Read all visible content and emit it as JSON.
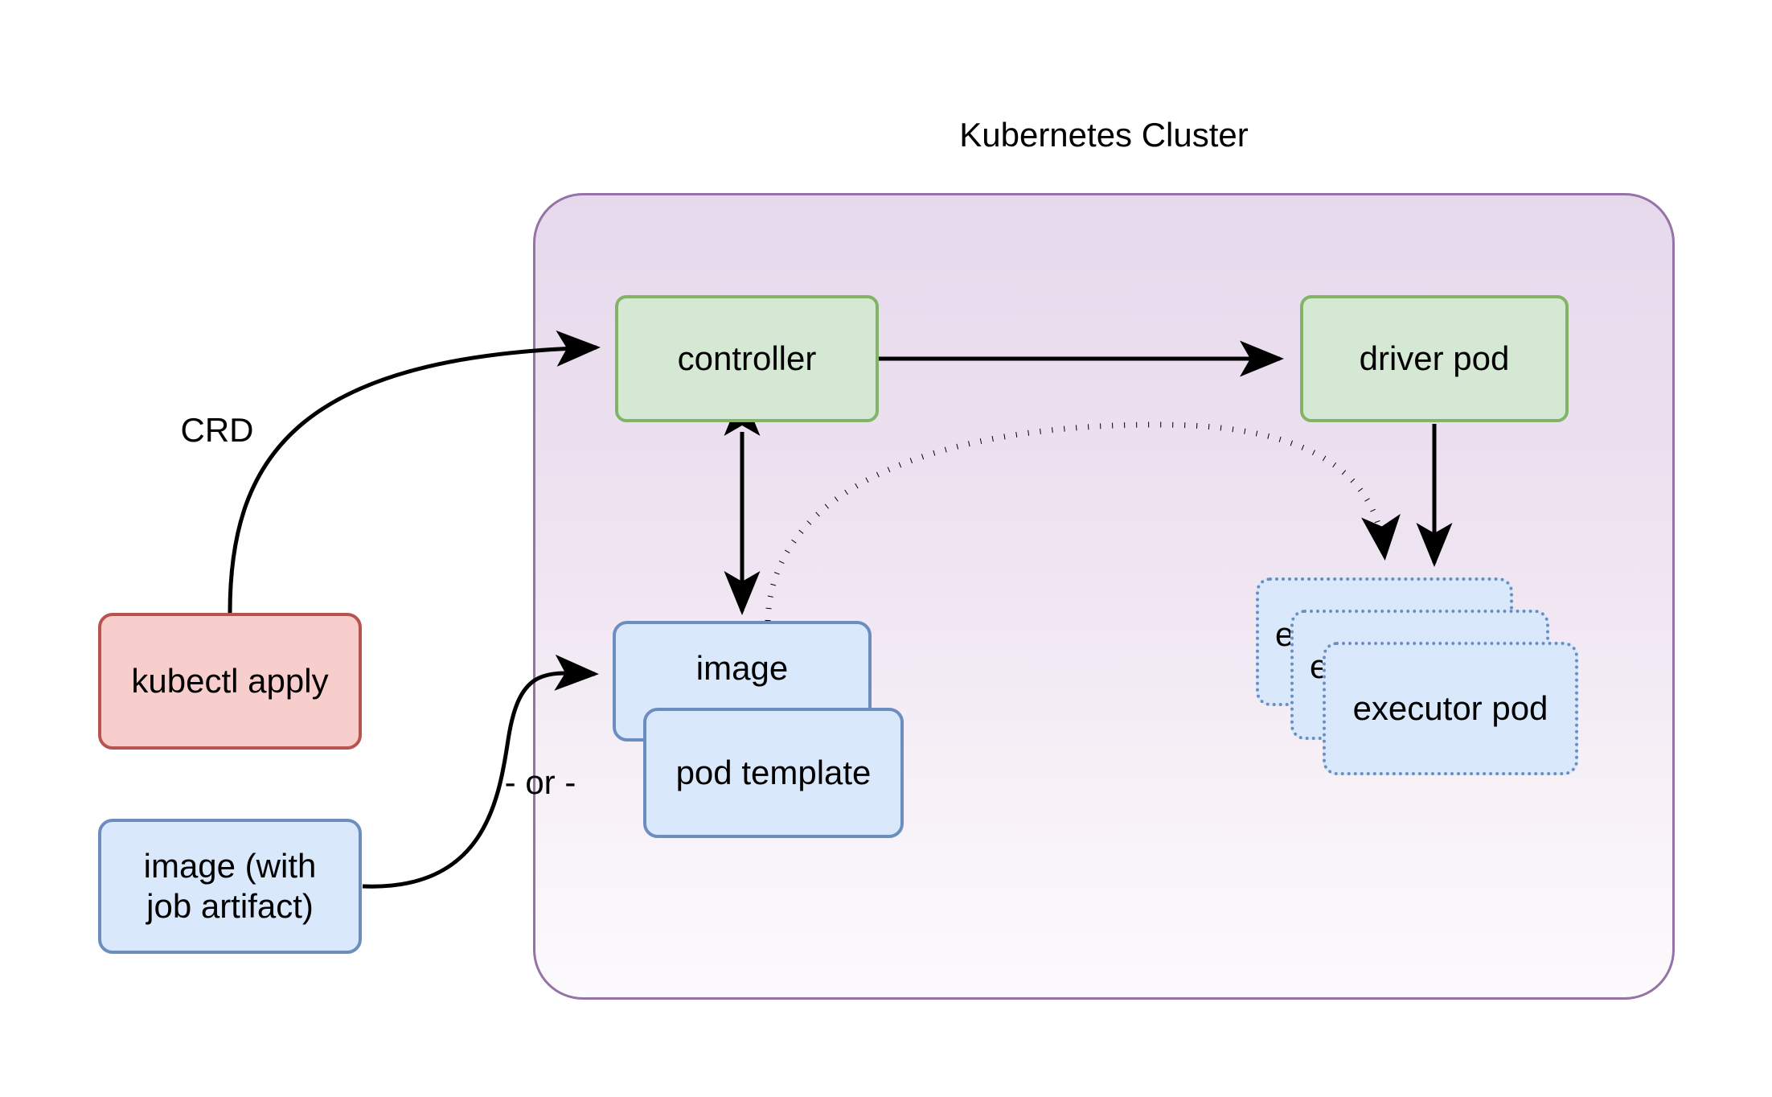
{
  "diagram": {
    "title": "Kubernetes Cluster",
    "background_color": "#ffffff"
  },
  "cluster": {
    "label": "Kubernetes Cluster",
    "border_color": "#9673a6",
    "fill_top_color": "#e6d9ec",
    "fill_bottom_color": "#fcfafd"
  },
  "nodes": {
    "controller": {
      "label": "controller",
      "fill_color": "#d5e8d4",
      "border_color": "#82b366",
      "border_style": "solid"
    },
    "driver_pod": {
      "label": "driver pod",
      "fill_color": "#d5e8d4",
      "border_color": "#82b366",
      "border_style": "solid"
    },
    "kubectl_apply": {
      "label": "kubectl apply",
      "fill_color": "#f8cecc",
      "border_color": "#b85450",
      "border_style": "solid"
    },
    "job_image": {
      "label_line1": "image (with",
      "label_line2": "job artifact)",
      "fill_color": "#dae8fc",
      "border_color": "#6c8ebf",
      "border_style": "solid"
    },
    "image": {
      "label": "image",
      "fill_color": "#dae8fc",
      "border_color": "#6c8ebf",
      "border_style": "solid"
    },
    "pod_template": {
      "label": "pod template",
      "fill_color": "#dae8fc",
      "border_color": "#6c8ebf",
      "border_style": "solid"
    },
    "or_separator": {
      "label": "- or -"
    },
    "executor_pod_back": {
      "label": "executor pod",
      "fill_color": "#dae8fc",
      "border_color": "#6c8ebf",
      "border_style": "dotted"
    },
    "executor_pod_mid": {
      "label": "executor pod",
      "fill_color": "#dae8fc",
      "border_color": "#6c8ebf",
      "border_style": "dotted"
    },
    "executor_pod_front": {
      "label": "executor pod",
      "fill_color": "#dae8fc",
      "border_color": "#6c8ebf",
      "border_style": "dotted"
    }
  },
  "edges": {
    "crd": {
      "label": "CRD",
      "from": "kubectl apply",
      "to": "controller",
      "style": "solid",
      "arrow": "single"
    },
    "controller_to_driver": {
      "label": "",
      "from": "controller",
      "to": "driver pod",
      "style": "solid",
      "arrow": "single"
    },
    "controller_image": {
      "label": "",
      "from": "controller",
      "to": "image",
      "style": "solid",
      "arrow": "double"
    },
    "image_to_executor": {
      "label": "",
      "from": "image",
      "to": "executor pod",
      "style": "dotted",
      "arrow": "single"
    },
    "driver_to_executor": {
      "label": "",
      "from": "driver pod",
      "to": "executor pod",
      "style": "solid",
      "arrow": "single"
    },
    "job_image_to_image": {
      "label": "",
      "from": "image (with job artifact)",
      "to": "image",
      "style": "solid",
      "arrow": "single"
    }
  }
}
